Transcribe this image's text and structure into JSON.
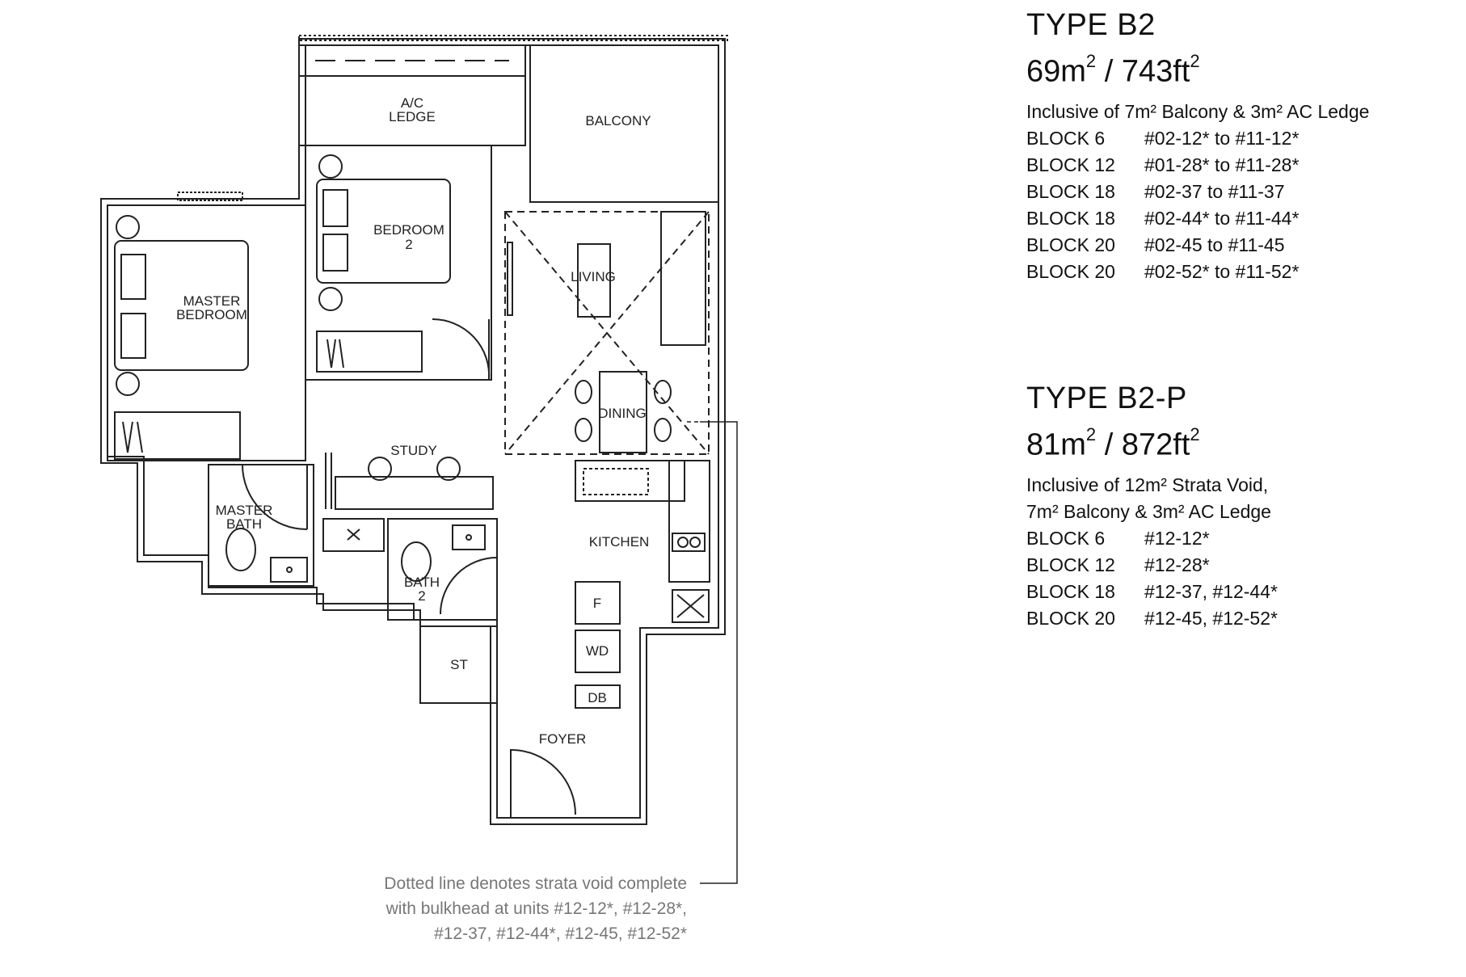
{
  "rooms": {
    "ac_ledge": [
      "A/C",
      "LEDGE"
    ],
    "balcony": "BALCONY",
    "bedroom2": [
      "BEDROOM",
      "2"
    ],
    "master_bedroom": [
      "MASTER",
      "BEDROOM"
    ],
    "living": "LIVING",
    "dining": "DINING",
    "study": "STUDY",
    "master_bath": [
      "MASTER",
      "BATH"
    ],
    "bath2": [
      "BATH",
      "2"
    ],
    "kitchen": "KITCHEN",
    "fridge": "F",
    "washer_dryer": "WD",
    "db": "DB",
    "store": "ST",
    "foyer": "FOYER"
  },
  "note": [
    "Dotted line denotes strata void complete",
    "with bulkhead at units #12-12*, #12-28*,",
    "#12-37, #12-44*, #12-45, #12-52*"
  ],
  "types": [
    {
      "title": "TYPE B2",
      "area_m": "69m",
      "area_sep": " / ",
      "area_ft": "743ft",
      "exp": "2",
      "desc": [
        "Inclusive of 7m² Balcony & 3m² AC Ledge"
      ],
      "blocks": [
        {
          "block": "BLOCK 6",
          "units": "#02-12* to #11-12*"
        },
        {
          "block": "BLOCK 12",
          "units": "#01-28* to #11-28*"
        },
        {
          "block": "BLOCK 18",
          "units": "#02-37 to #11-37"
        },
        {
          "block": "BLOCK 18",
          "units": "#02-44* to #11-44*"
        },
        {
          "block": "BLOCK 20",
          "units": "#02-45 to #11-45"
        },
        {
          "block": "BLOCK 20",
          "units": "#02-52* to #11-52*"
        }
      ]
    },
    {
      "title": "TYPE B2-P",
      "area_m": "81m",
      "area_sep": " / ",
      "area_ft": "872ft",
      "exp": "2",
      "desc": [
        "Inclusive of 12m² Strata Void,",
        "7m² Balcony & 3m² AC Ledge"
      ],
      "blocks": [
        {
          "block": "BLOCK 6",
          "units": "#12-12*"
        },
        {
          "block": "BLOCK 12",
          "units": "#12-28*"
        },
        {
          "block": "BLOCK 18",
          "units": "#12-37, #12-44*"
        },
        {
          "block": "BLOCK 20",
          "units": "#12-45, #12-52*"
        }
      ]
    }
  ]
}
